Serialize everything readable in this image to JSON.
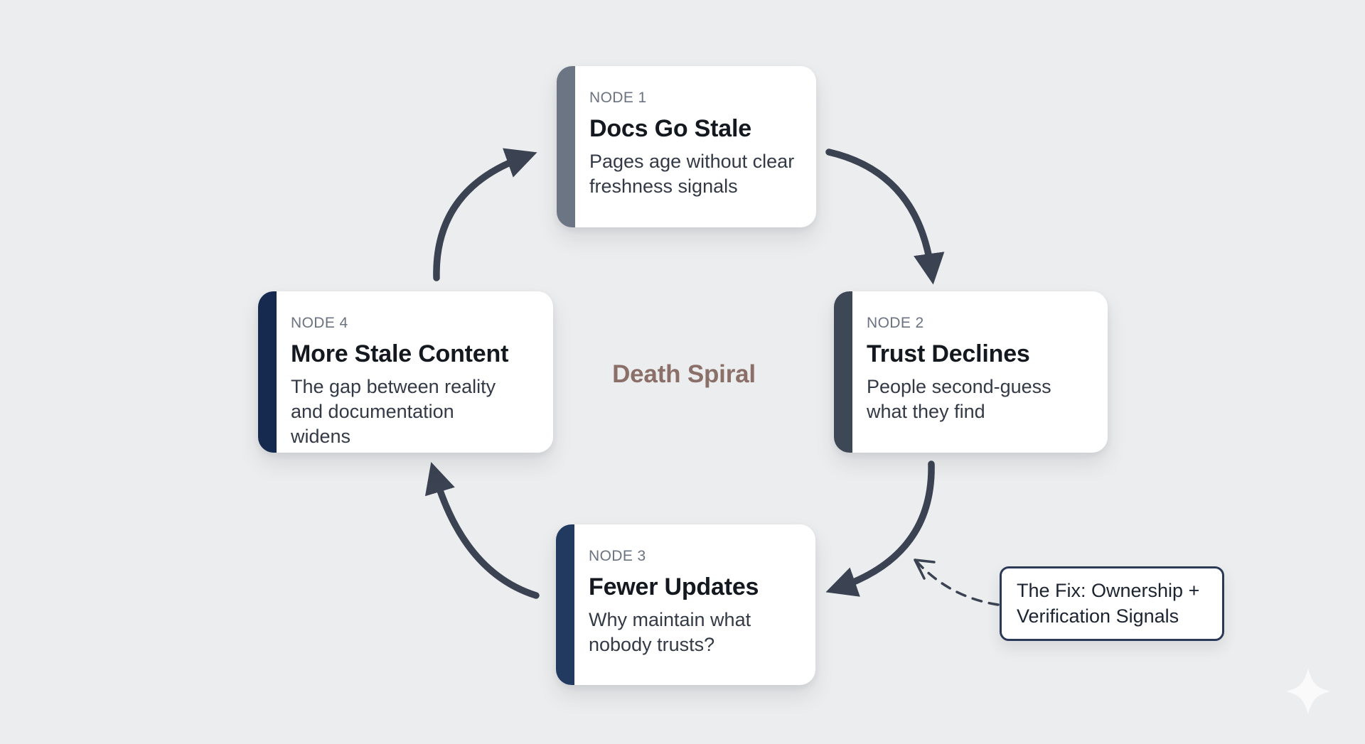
{
  "diagram": {
    "background": "#ecedee",
    "center_label": "Death Spiral",
    "center_label_color": "#8b6f69"
  },
  "nodes": [
    {
      "label": "NODE 1",
      "title": "Docs Go Stale",
      "description": "Pages age without clear freshness signals",
      "accent": "#6c7584"
    },
    {
      "label": "NODE 2",
      "title": "Trust Declines",
      "description": "People second-guess what they find",
      "accent": "#3d4755"
    },
    {
      "label": "NODE 3",
      "title": "Fewer Updates",
      "description": "Why maintain what nobody trusts?",
      "accent": "#223a60"
    },
    {
      "label": "NODE 4",
      "title": "More Stale Content",
      "description": "The gap between reality and documentation widens",
      "accent": "#152a4e"
    }
  ],
  "arrows": {
    "color": "#3b4352",
    "connections": [
      "NODE 1 → NODE 2",
      "NODE 2 → NODE 3",
      "NODE 3 → NODE 4",
      "NODE 4 → NODE 1"
    ],
    "fix_pointer_target": "arrow between NODE 2 and NODE 3"
  },
  "callout": {
    "text": "The Fix: Ownership + Verification Signals",
    "border_color": "#2a3a56"
  },
  "sparkle": {
    "color": "#ffffff"
  }
}
